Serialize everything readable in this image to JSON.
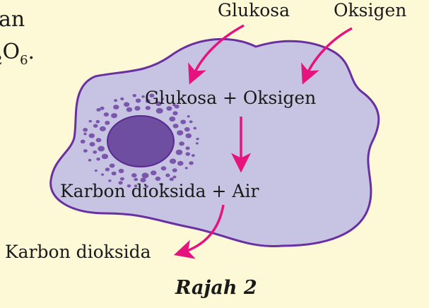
{
  "text_fragment": {
    "line1": "an",
    "line2_sub1": "2",
    "line2_main": "O",
    "line2_sub2": "6",
    "line2_end": "."
  },
  "inputs": {
    "glucose": "Glukosa",
    "oxygen": "Oksigen"
  },
  "reactants": "Glukosa + Oksigen",
  "products": "Karbon dioksida + Air",
  "output": "Karbon dioksida",
  "caption": "Rajah 2",
  "colors": {
    "background": "#fdf8d6",
    "cell_fill": "#c7c3e2",
    "cell_outline": "#6a2fa0",
    "nucleus": "#6e4ea0",
    "arrow": "#e6137f"
  }
}
